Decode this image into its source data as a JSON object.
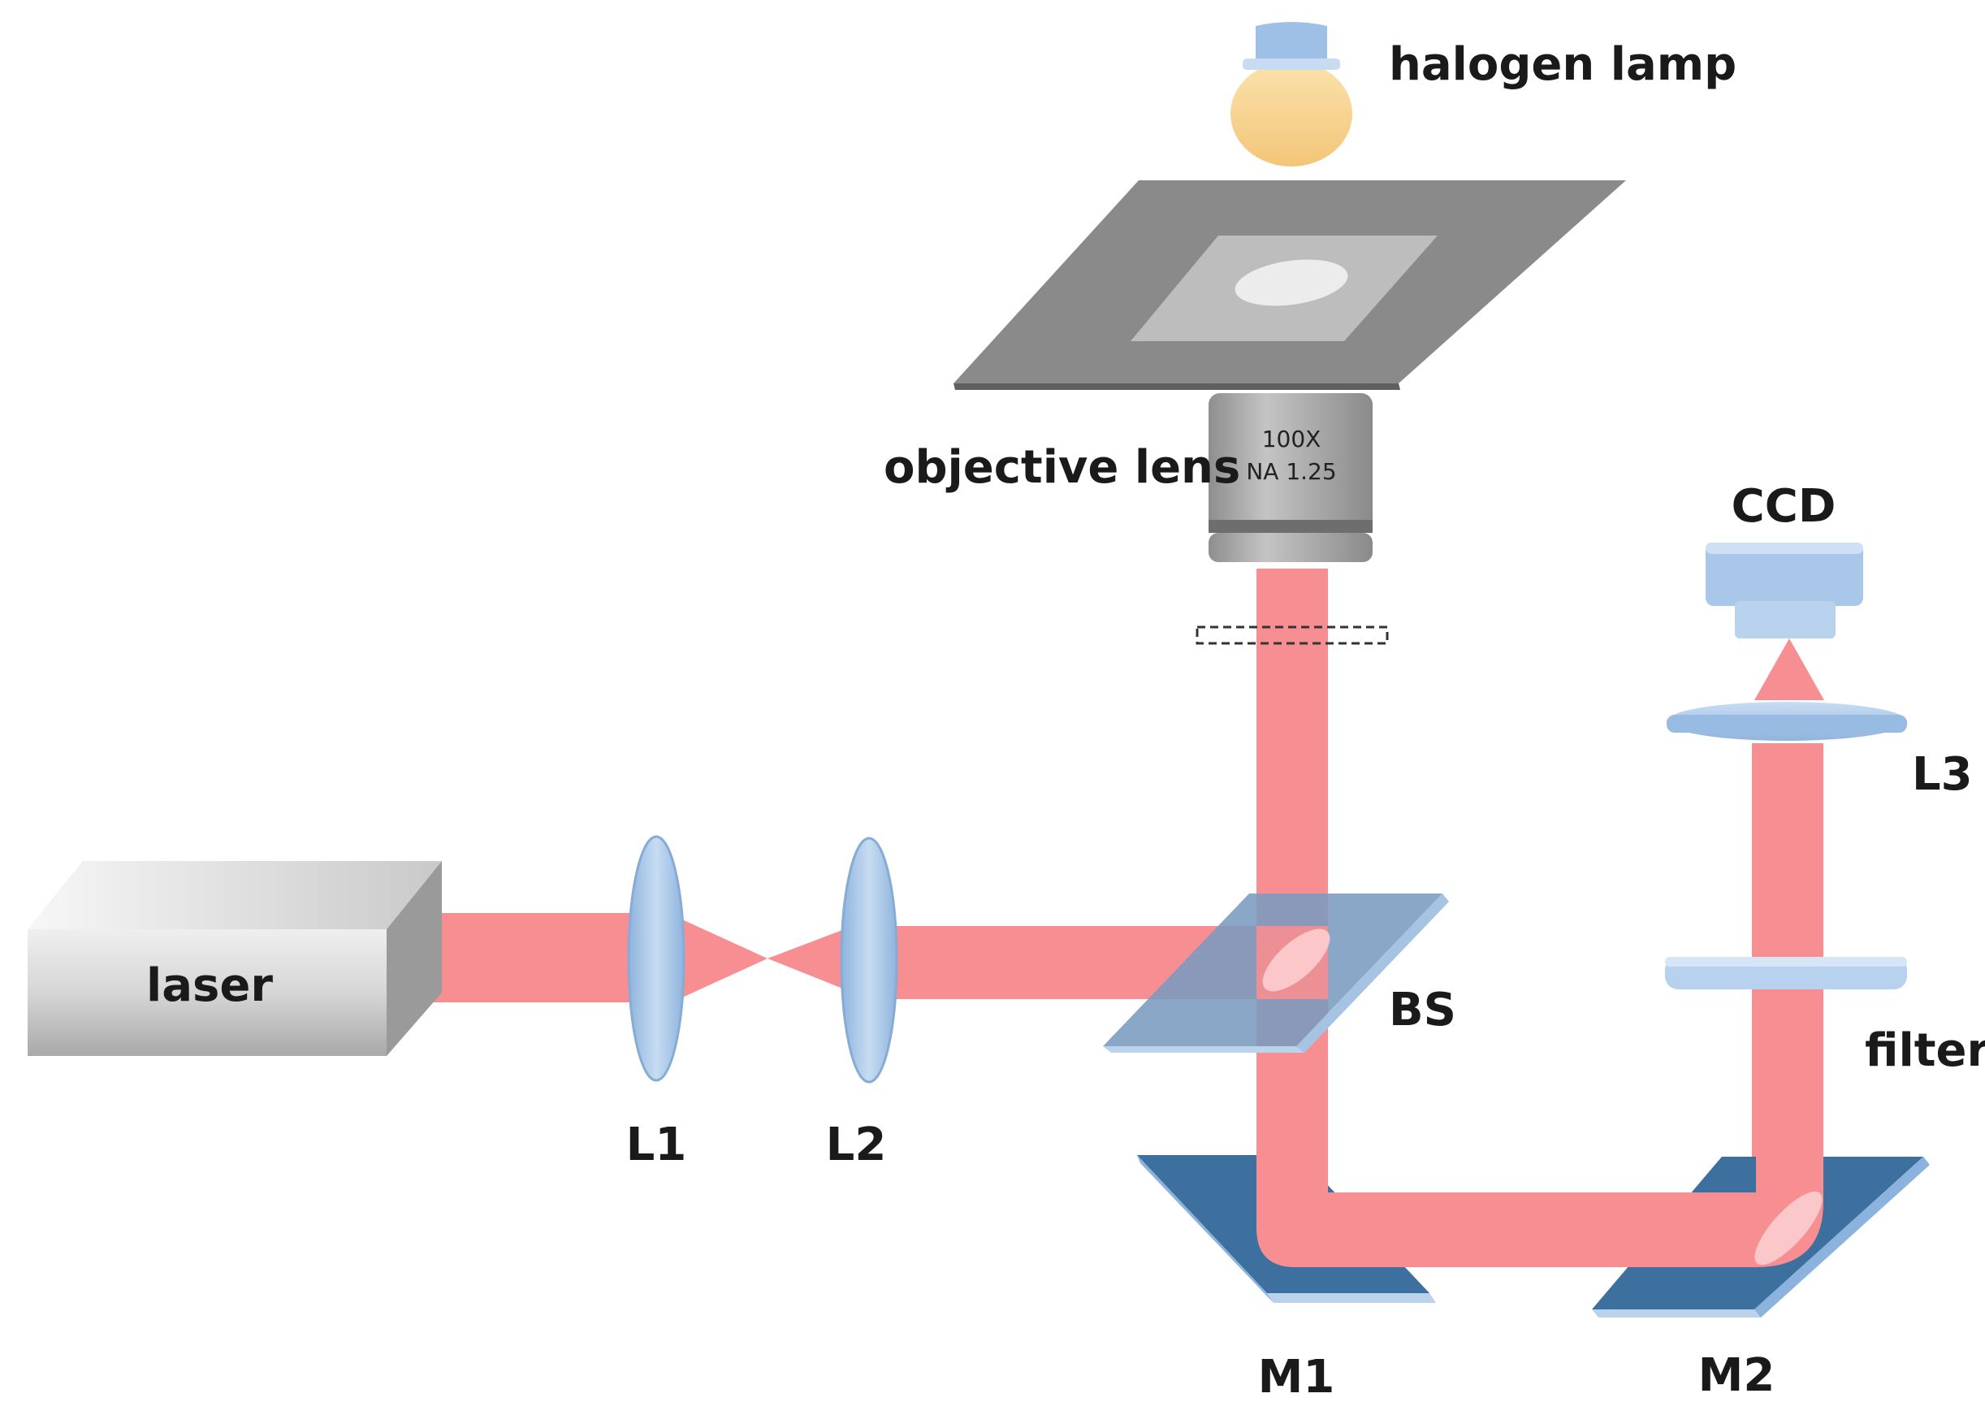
{
  "diagram": {
    "labels": {
      "halogen_lamp": "halogen lamp",
      "objective_lens": "objective lens",
      "ccd": "CCD",
      "l3": "L3",
      "laser": "laser",
      "l1": "L1",
      "l2": "L2",
      "bs": "BS",
      "filter": "filter",
      "m1": "M1",
      "m2": "M2"
    },
    "objective": {
      "magnification": "100X",
      "na": "NA 1.25"
    },
    "colors": {
      "beam": "#f78f92",
      "lens": "#a9c7e8",
      "mirror": "#3e6f9e",
      "stage": "#8c8c8c",
      "lamp": "#f8d28a"
    }
  }
}
